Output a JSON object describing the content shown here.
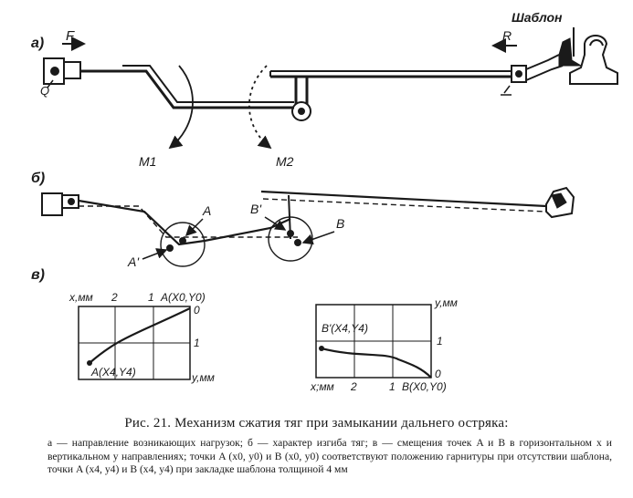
{
  "figure": {
    "parts": {
      "a": "а)",
      "b": "б)",
      "v": "в)"
    },
    "labels": {
      "force_F": "F",
      "force_R": "R",
      "point_Q": "Q",
      "template": "Шаблон",
      "moment_1": "M1",
      "moment_2": "M2",
      "point_A": "A",
      "point_A_prime": "A'",
      "point_B": "B",
      "point_B_prime": "B'"
    },
    "graph_left": {
      "x_axis_label": "x,мм",
      "tick_2": "2",
      "tick_1": "1",
      "start_label": "A(X0,Y0)",
      "right_zero": "0",
      "right_one": "1",
      "end_label": "A(X4,Y4)",
      "y_axis_label": "y,мм"
    },
    "graph_right": {
      "y_axis_label": "y,мм",
      "start_label": "B'(X4,Y4)",
      "right_one": "1",
      "right_zero": "0",
      "x_axis_label": "x;мм",
      "tick_2": "2",
      "tick_1": "1",
      "end_label": "B(X0,Y0)"
    }
  },
  "caption": {
    "title": "Рис. 21. Механизм сжатия тяг при замыкании дальнего остряка:",
    "body": "а — направление возникающих нагрузок; б — характер изгиба тяг; в — смещения точек A и B в горизонтальном x и вертикальном y направлениях; точки A (x0, y0) и B (x0, y0) соответствуют положению гарнитуры при отсутствии шаблона, точки A (x4, y4) и B (x4, y4) при закладке шаблона толщиной 4 мм"
  }
}
